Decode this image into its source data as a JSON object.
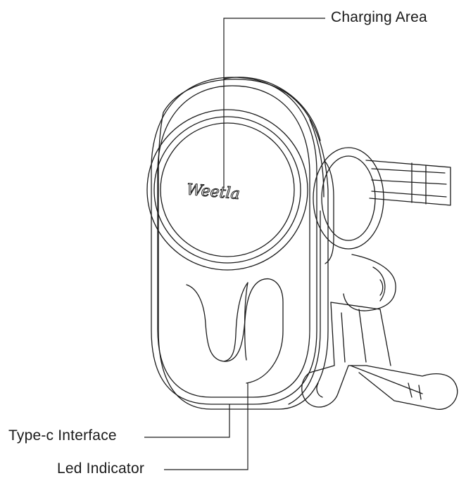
{
  "brand": "Weetla",
  "callouts": {
    "charging_area": "Charging Area",
    "typec_interface": "Type-c Interface",
    "led_indicator": "Led Indicator"
  }
}
